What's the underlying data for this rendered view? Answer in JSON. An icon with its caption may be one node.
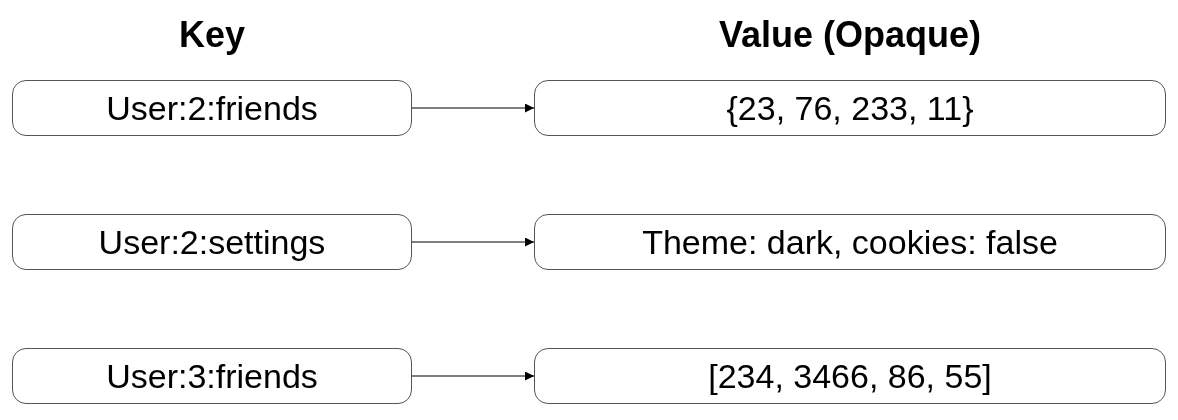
{
  "diagram": {
    "nodes": [
      {
        "text": [
          "User:2:friends"
        ]
      },
      {
        "text": [
          "{23, 76, 233, 11}"
        ]
      },
      {
        "text": [
          "User:2:settings"
        ]
      },
      {
        "text": [
          "Theme: dark, cookies: false"
        ]
      },
      {
        "text": [
          "User:3:friends"
        ]
      },
      {
        "text": [
          "[234, 3466, 86, 55]"
        ]
      }
    ],
    "edges": [
      {
        "from": 0,
        "to": 1,
        "arrow": "to"
      },
      {
        "from": 2,
        "to": 3,
        "arrow": "to"
      },
      {
        "from": 4,
        "to": 5,
        "arrow": "to"
      }
    ],
    "labels": [
      "Key",
      "Value (Opaque)"
    ]
  }
}
